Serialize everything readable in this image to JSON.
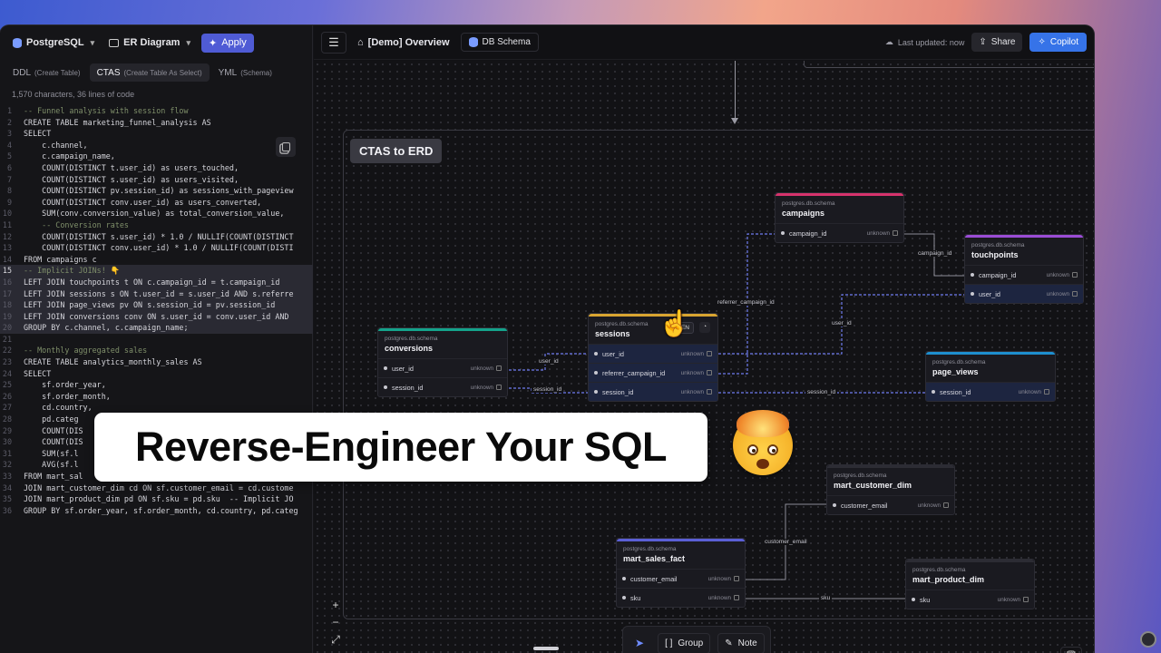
{
  "left": {
    "dialect": "PostgreSQL",
    "mode": "ER Diagram",
    "apply": "Apply",
    "tabs": [
      {
        "label": "DDL",
        "sub": "(Create Table)"
      },
      {
        "label": "CTAS",
        "sub": "(Create Table As Select)"
      },
      {
        "label": "YML",
        "sub": "(Schema)"
      }
    ],
    "char_count": "1,570 characters, 36 lines of code",
    "code_lines": [
      "-- Funnel analysis with session flow",
      "CREATE TABLE marketing_funnel_analysis AS",
      "SELECT",
      "    c.channel,",
      "    c.campaign_name,",
      "    COUNT(DISTINCT t.user_id) as users_touched,",
      "    COUNT(DISTINCT s.user_id) as users_visited,",
      "    COUNT(DISTINCT pv.session_id) as sessions_with_pageview",
      "    COUNT(DISTINCT conv.user_id) as users_converted,",
      "    SUM(conv.conversion_value) as total_conversion_value,",
      "    -- Conversion rates",
      "    COUNT(DISTINCT s.user_id) * 1.0 / NULLIF(COUNT(DISTINCT",
      "    COUNT(DISTINCT conv.user_id) * 1.0 / NULLIF(COUNT(DISTI",
      "FROM campaigns c",
      "-- Implicit JOINs! 👇",
      "LEFT JOIN touchpoints t ON c.campaign_id = t.campaign_id",
      "LEFT JOIN sessions s ON t.user_id = s.user_id AND s.referre",
      "LEFT JOIN page_views pv ON s.session_id = pv.session_id",
      "LEFT JOIN conversions conv ON s.user_id = conv.user_id AND",
      "GROUP BY c.channel, c.campaign_name;",
      "",
      "-- Monthly aggregated sales",
      "CREATE TABLE analytics_monthly_sales AS",
      "SELECT",
      "    sf.order_year,",
      "    sf.order_month,",
      "    cd.country,",
      "    pd.categ",
      "    COUNT(DIS",
      "    COUNT(DIS",
      "    SUM(sf.l",
      "    AVG(sf.l",
      "FROM mart_sal",
      "JOIN mart_customer_dim cd ON sf.customer_email = cd.custome",
      "JOIN mart_product_dim pd ON sf.sku = pd.sku  -- Implicit JO",
      "GROUP BY sf.order_year, sf.order_month, cd.country, pd.categ"
    ]
  },
  "header": {
    "title": "[Demo] Overview",
    "schema_pill": "DB Schema",
    "updated": "Last updated: now",
    "share": "Share",
    "copilot": "Copilot"
  },
  "canvas": {
    "group_label": "CTAS to ERD",
    "tables": {
      "campaigns": {
        "schema": "postgres.db.schema",
        "name": "campaigns",
        "color": "#d6336c",
        "cols": [
          {
            "name": "campaign_id",
            "type": "unknown"
          }
        ]
      },
      "touchpoints": {
        "schema": "postgres.db.schema",
        "name": "touchpoints",
        "color": "#9b4dd6",
        "cols": [
          {
            "name": "campaign_id",
            "type": "unknown"
          },
          {
            "name": "user_id",
            "type": "unknown"
          }
        ]
      },
      "conversions": {
        "schema": "postgres.db.schema",
        "name": "conversions",
        "color": "#14a38b",
        "cols": [
          {
            "name": "user_id",
            "type": "unknown"
          },
          {
            "name": "session_id",
            "type": "unknown"
          }
        ]
      },
      "sessions": {
        "schema": "postgres.db.schema",
        "name": "sessions",
        "color": "#d9a531",
        "open": "OPEN",
        "cols": [
          {
            "name": "user_id",
            "type": "unknown"
          },
          {
            "name": "referrer_campaign_id",
            "type": "unknown"
          },
          {
            "name": "session_id",
            "type": "unknown"
          }
        ]
      },
      "page_views": {
        "schema": "postgres.db.schema",
        "name": "page_views",
        "color": "#1e8fcf",
        "cols": [
          {
            "name": "session_id",
            "type": "unknown"
          }
        ]
      },
      "mart_customer_dim": {
        "schema": "postgres.db.schema",
        "name": "mart_customer_dim",
        "color": "#2c2c34",
        "cols": [
          {
            "name": "customer_email",
            "type": "unknown"
          }
        ]
      },
      "mart_sales_fact": {
        "schema": "postgres.db.schema",
        "name": "mart_sales_fact",
        "color": "#5b5fd6",
        "cols": [
          {
            "name": "customer_email",
            "type": "unknown"
          },
          {
            "name": "sku",
            "type": "unknown"
          }
        ]
      },
      "mart_product_dim": {
        "schema": "postgres.db.schema",
        "name": "mart_product_dim",
        "color": "#2c2c34",
        "cols": [
          {
            "name": "sku",
            "type": "unknown"
          }
        ]
      }
    },
    "edge_labels": {
      "campaign_id": "campaign_id",
      "referrer_campaign_id": "referrer_campaign_id",
      "user_id_1": "user_id",
      "user_id_2": "user_id",
      "session_id_1": "session_id",
      "session_id_2": "session_id",
      "customer_email": "customer_email",
      "sku": "sku"
    },
    "tools": {
      "group": "Group",
      "note": "Note"
    }
  },
  "overlay": {
    "headline": "Reverse-Engineer Your SQL"
  }
}
